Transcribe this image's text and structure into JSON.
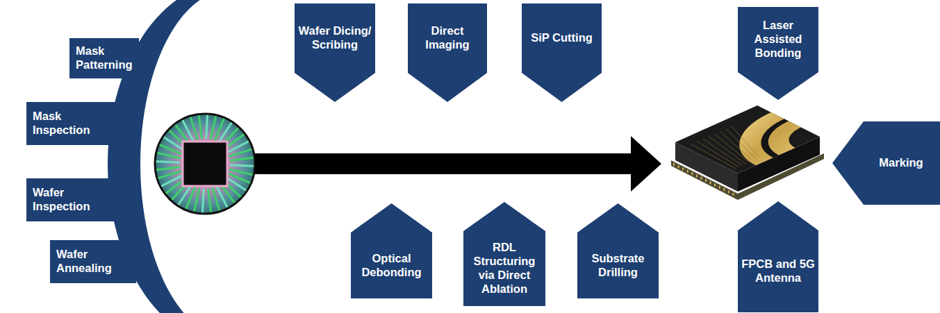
{
  "diagram": {
    "nodes": [
      {
        "text": [
          "Mask Patterning"
        ]
      },
      {
        "text": [
          "Mask Inspection"
        ]
      },
      {
        "text": [
          "Wafer Inspection"
        ]
      },
      {
        "text": [
          "Wafer Annealing"
        ]
      },
      {
        "text": [
          "Wafer Dicing/ Scribing"
        ]
      },
      {
        "text": [
          "Direct Imaging"
        ]
      },
      {
        "text": [
          "SiP Cutting"
        ]
      },
      {
        "text": [
          "Optical Debonding"
        ]
      },
      {
        "text": [
          "RDL Structuring via Direct Ablation"
        ]
      },
      {
        "text": [
          "Substrate Drilling"
        ]
      },
      {
        "text": [
          "Laser Assisted Bonding"
        ]
      },
      {
        "text": [
          "Marking"
        ]
      },
      {
        "text": [
          "FPCB and 5G Antenna"
        ]
      }
    ]
  }
}
